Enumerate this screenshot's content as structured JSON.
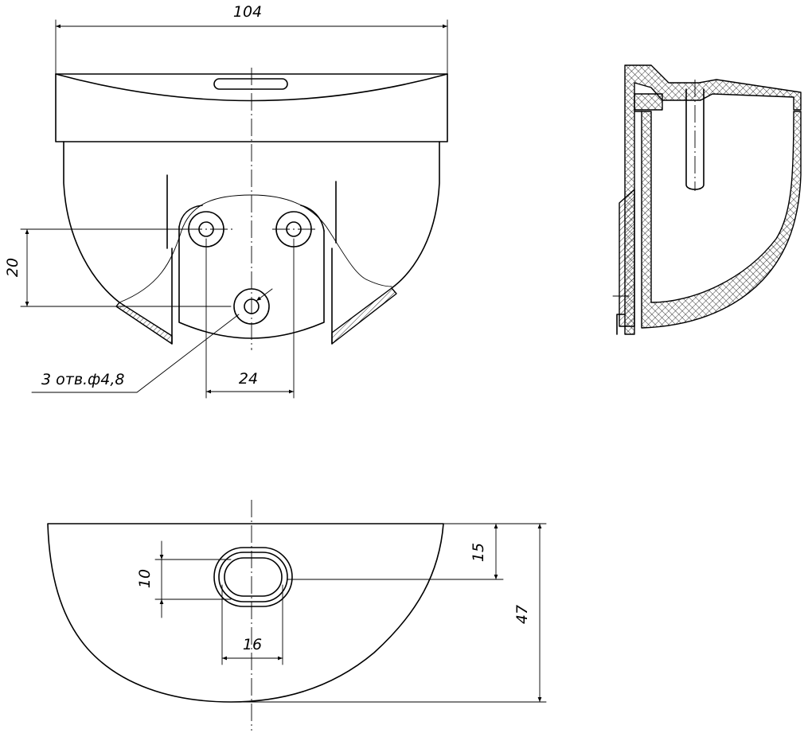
{
  "front_view": {
    "width_dim": "104",
    "hole_spacing_dim": "24",
    "hole_height_dim": "20",
    "hole_callout": "3 отв.ф4,8"
  },
  "bottom_view": {
    "slot_height_dim": "10",
    "slot_width_dim": "16",
    "slot_offset_dim": "15",
    "depth_dim": "47"
  },
  "section_view": {
    "hatch_style": "cross-hatch"
  },
  "colors": {
    "line": "#000000",
    "background": "#ffffff"
  }
}
